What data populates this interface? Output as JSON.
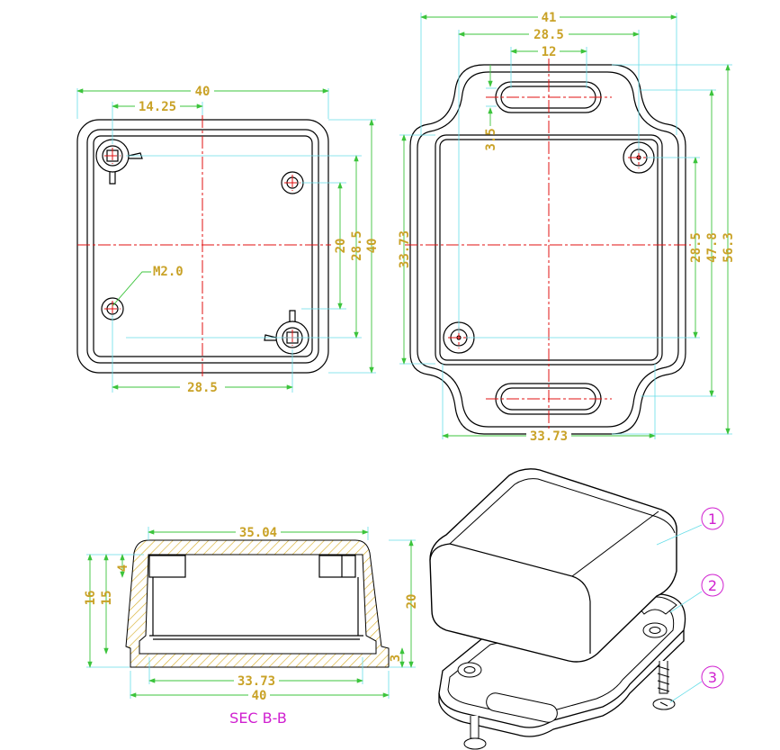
{
  "top_view": {
    "width": "40",
    "offset": "14.25",
    "hole_label": "M2.0",
    "bottom_spacing": "28.5",
    "v_spacing_inner": "20",
    "v_spacing_mid": "28.5",
    "v_height": "40"
  },
  "bottom_view": {
    "overall_width": "41",
    "slot_spacing": "28.5",
    "slot_length": "12",
    "slot_width": "3.5",
    "body_height_left": "33.73",
    "body_width_bottom": "33.73",
    "hole_spacing_v": "28.5",
    "flange_height": "47.8",
    "overall_height": "56.3"
  },
  "section": {
    "title": "SEC B-B",
    "top_width": "35.04",
    "inner_width": "33.73",
    "outer_width": "40",
    "height_16": "16",
    "height_15": "15",
    "lip_4": "4",
    "total_height": "20",
    "base_3": "3"
  },
  "iso_view": {
    "callouts": [
      "1",
      "2",
      "3"
    ]
  },
  "colors": {
    "dimension_text": "#c9a227",
    "dimension_line": "#3cc43c",
    "extension_line": "#66dde8",
    "center_line": "#e01010",
    "label": "#d020d0"
  }
}
